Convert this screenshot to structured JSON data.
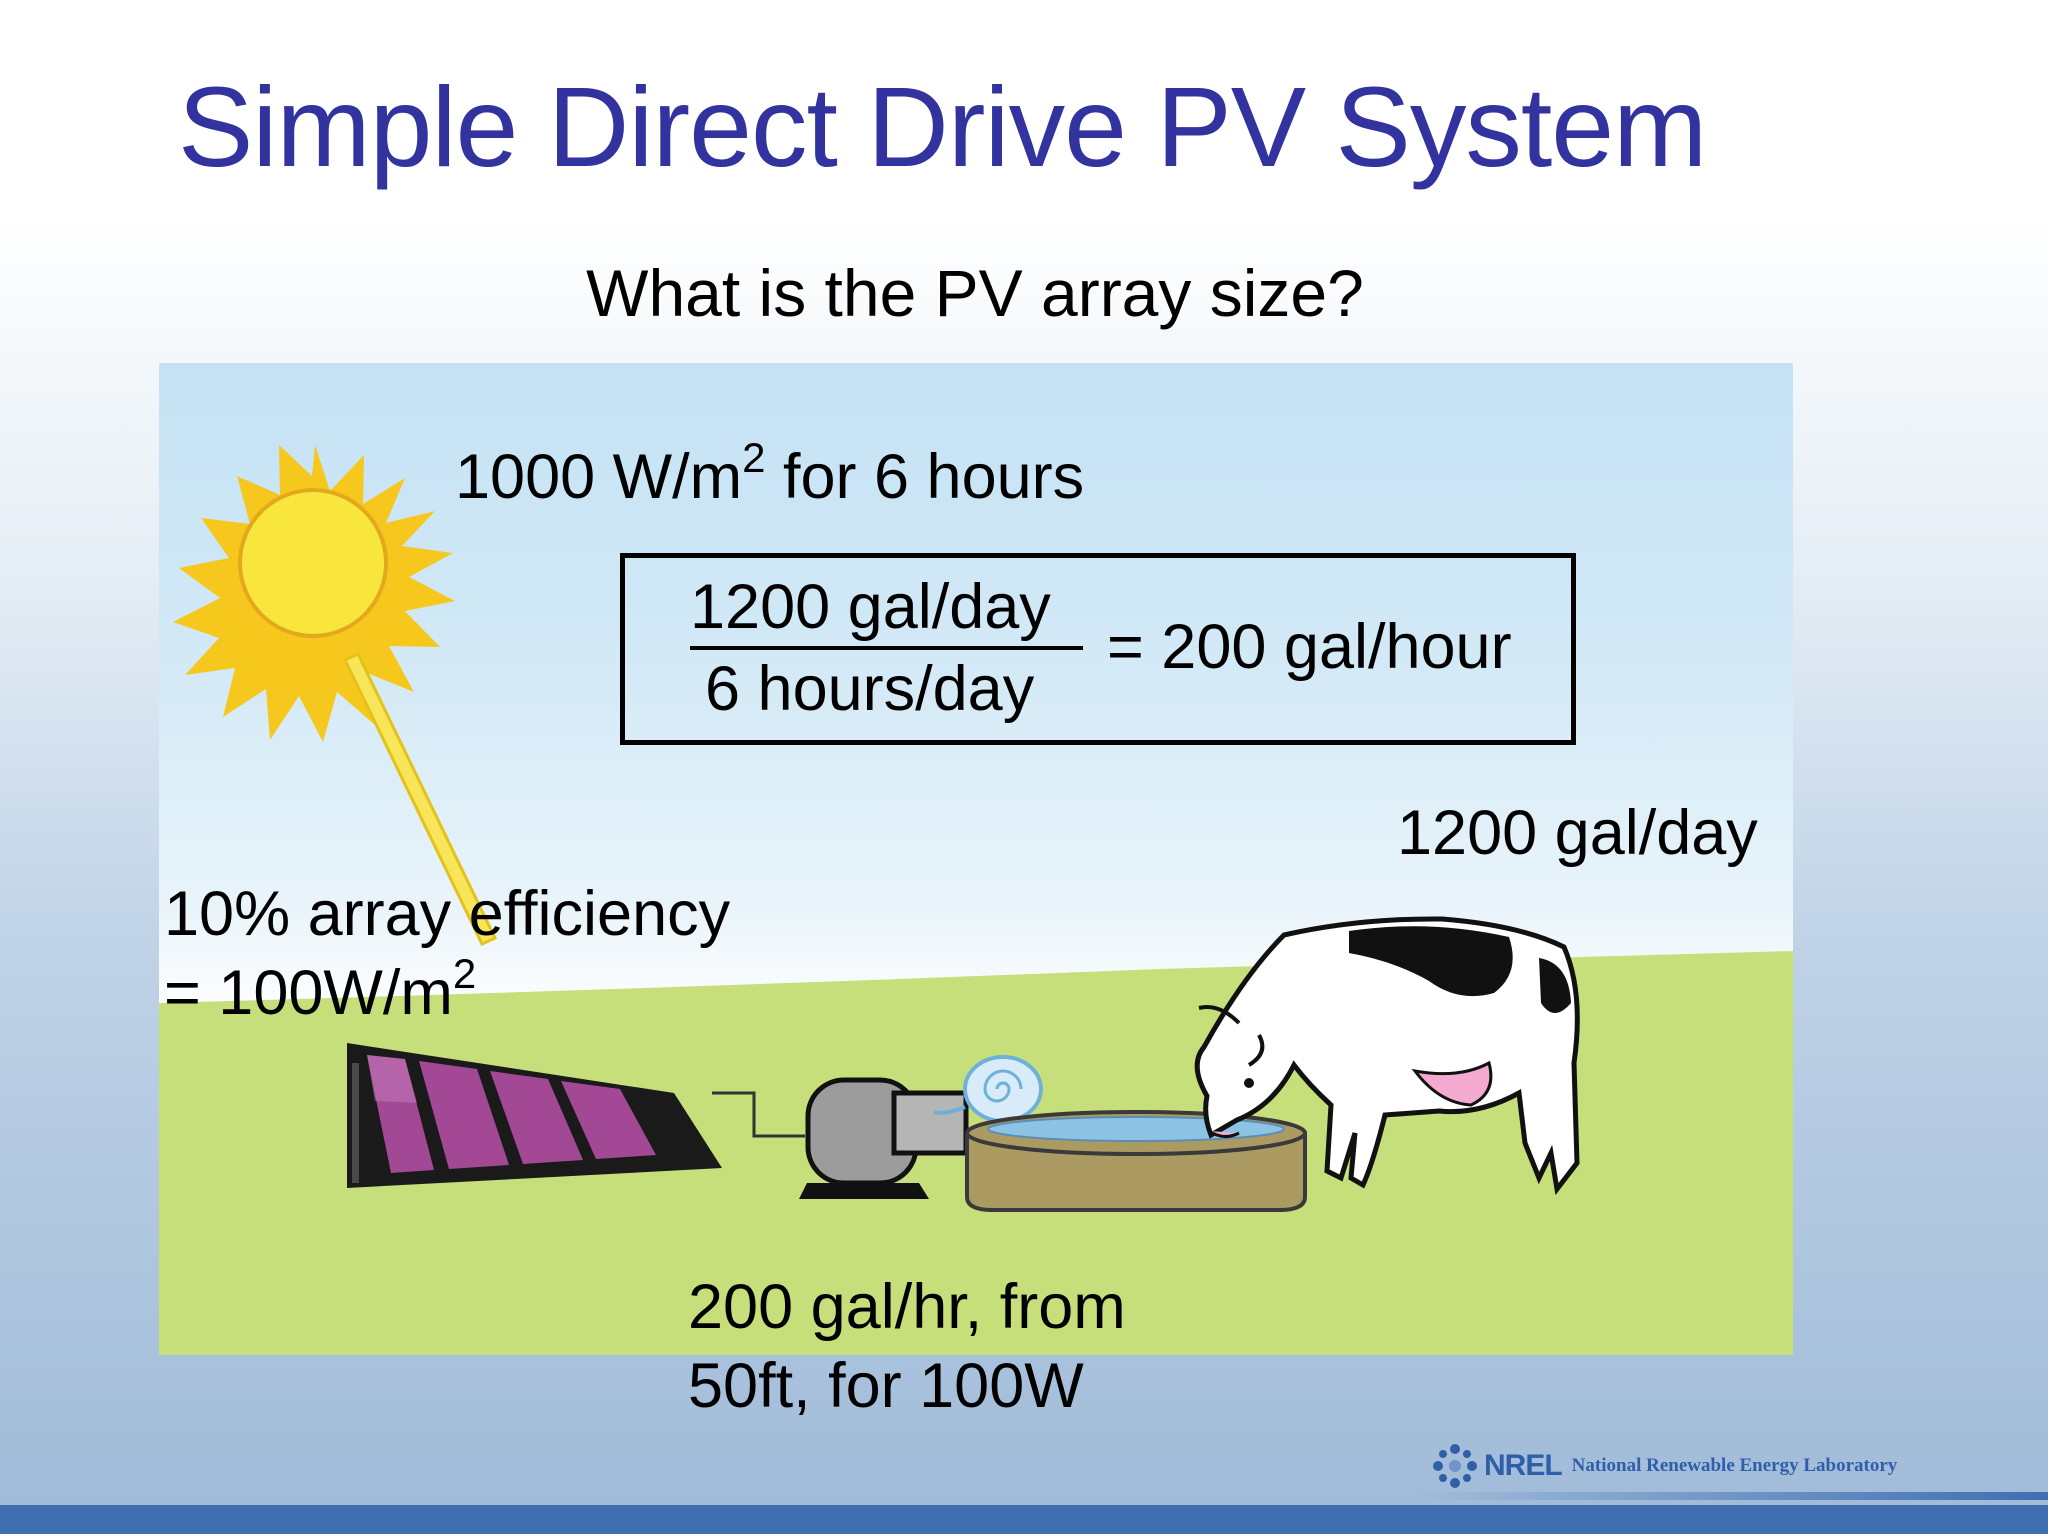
{
  "title": "Simple Direct Drive PV System",
  "question": "What is the PV array size?",
  "irradiance": {
    "value": "1000 W/m",
    "superscript": "2",
    "suffix": " for 6 hours"
  },
  "efficiency": {
    "line1": "10% array efficiency",
    "line2_prefix": "= 100W/m",
    "line2_superscript": "2"
  },
  "formula": {
    "numerator": "1200 gal/day",
    "denominator": "6 hours/day",
    "result": "= 200 gal/hour"
  },
  "demand_label": "1200 gal/day",
  "pump": {
    "line1": "200 gal/hr, from",
    "line2": "50ft, for 100W"
  },
  "logo": {
    "mark": "NREL",
    "name": "National Renewable Energy Laboratory"
  },
  "icons": [
    "sun-icon",
    "solar-panel-icon",
    "pump-icon",
    "water-trough-icon",
    "cow-icon",
    "nrel-logo-icon"
  ],
  "colors": {
    "title": "#3333a0",
    "sky": "#c4e2f4",
    "grass": "#c6df7a",
    "sun": "#f8e23a",
    "panel_cells": "#9a3f8e",
    "footer": "#3e6fb2"
  }
}
